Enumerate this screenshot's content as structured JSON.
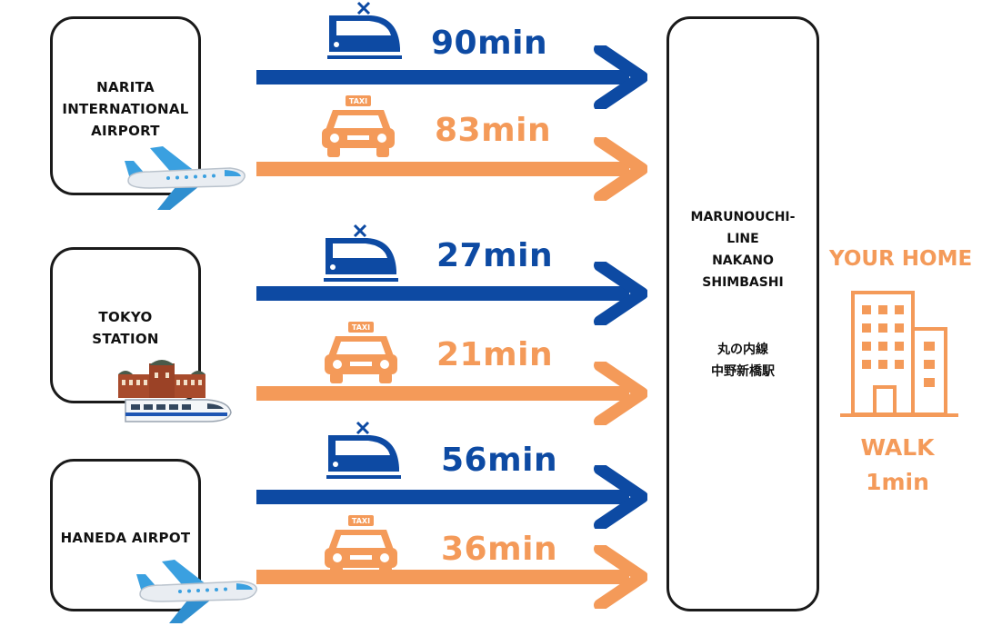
{
  "origins": [
    {
      "label_lines": [
        "NARITA",
        "INTERNATIONAL",
        "AIRPORT"
      ],
      "icon": "airplane-icon"
    },
    {
      "label_lines": [
        "TOKYO",
        "STATION"
      ],
      "icon": "tokyo-station-bullet-train-icon"
    },
    {
      "label_lines": [
        "HANEDA AIRPOT"
      ],
      "icon": "airplane-icon"
    }
  ],
  "routes": [
    {
      "mode": "train",
      "icon": "train-icon",
      "time": "90min",
      "color": "#0d4aa3"
    },
    {
      "mode": "taxi",
      "icon": "taxi-icon",
      "taxi_sign": "TAXI",
      "time": "83min",
      "color": "#f49a59"
    },
    {
      "mode": "train",
      "icon": "train-icon",
      "time": "27min",
      "color": "#0d4aa3"
    },
    {
      "mode": "taxi",
      "icon": "taxi-icon",
      "taxi_sign": "TAXI",
      "time": "21min",
      "color": "#f49a59"
    },
    {
      "mode": "train",
      "icon": "train-icon",
      "time": "56min",
      "color": "#0d4aa3"
    },
    {
      "mode": "taxi",
      "icon": "taxi-icon",
      "taxi_sign": "TAXI",
      "time": "36min",
      "color": "#f49a59"
    }
  ],
  "destination": {
    "lines_en": [
      "MARUNOUCHI-",
      "LINE",
      "NAKANO",
      "SHIMBASHI"
    ],
    "lines_jp": [
      "丸の内線",
      "中野新橋駅"
    ]
  },
  "home": {
    "title": "YOUR HOME",
    "walk": "WALK",
    "walk_time": "1min",
    "icon": "apartment-building-icon"
  },
  "colors": {
    "blue": "#0d4aa3",
    "orange": "#f49a59",
    "border": "#1a1a1a"
  }
}
